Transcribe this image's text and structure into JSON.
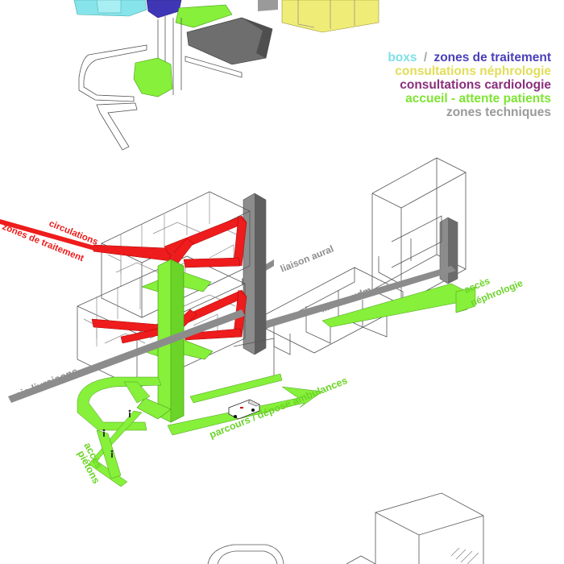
{
  "legend": {
    "boxs": {
      "text": "boxs",
      "color": "#7ee0e6"
    },
    "slash": {
      "text": "/",
      "color": "#a8a8a8"
    },
    "zones_traitement": {
      "text": "zones de traitement",
      "color": "#4a3fb8"
    },
    "consult_nephro": {
      "text": "consultations néphrologie",
      "color": "#ede96a"
    },
    "consult_cardio": {
      "text": "consultations cardiologie",
      "color": "#8a2f7c"
    },
    "accueil": {
      "text": "accueil - attente patients",
      "color": "#7ee532"
    },
    "zones_tech": {
      "text": "zones techniques",
      "color": "#9a9a9a"
    }
  },
  "labels": {
    "circulations": "circulations",
    "zones_traitement": "zones de traitement",
    "liaison_aural": "liaison aural",
    "liaison_udm": "liaison udm",
    "acces": "accès",
    "nephrologie": "néphrologie",
    "voie_livraisons": "voie livraisons",
    "parcours": "parcours / dépose ambulances",
    "acces_pietons_1": "accès",
    "acces_pietons_2": "piétons"
  },
  "colors": {
    "red": "#ee1c1c",
    "green": "#86f03a",
    "grey": "#8c8c8c",
    "cyan": "#86e4ea",
    "blue": "#3f36b6",
    "yellow": "#f0ec78",
    "dark": "#6e6e6e"
  }
}
